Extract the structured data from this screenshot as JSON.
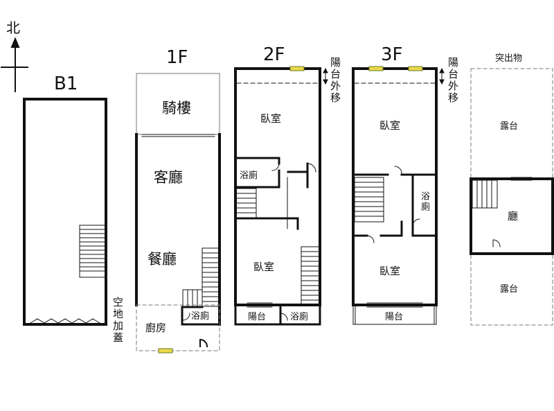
{
  "compass": {
    "label": "北"
  },
  "floors": {
    "b1": {
      "title": "B1"
    },
    "f1": {
      "title": "1F",
      "arcade": "騎樓",
      "living": "客廳",
      "dining": "餐廳",
      "bath": "浴廁",
      "kitchen": "廚房",
      "extension_note": "空地加蓋"
    },
    "f2": {
      "title": "2F",
      "bedroom_north": "臥室",
      "bath_upper": "浴廁",
      "bedroom_south": "臥室",
      "balcony": "陽台",
      "bath_lower": "浴廁",
      "balcony_note": "陽台外移"
    },
    "f3": {
      "title": "3F",
      "bedroom_north": "臥室",
      "bath": "浴廁",
      "bedroom_south": "臥室",
      "balcony": "陽台",
      "balcony_note": "陽台外移"
    },
    "roof": {
      "title": "突出物",
      "terrace_north": "露台",
      "hall": "廳",
      "terrace_south": "露台"
    }
  },
  "colors": {
    "wall": "#111111",
    "window_fill": "#e9d94a",
    "window_stroke": "#6b7a2a"
  }
}
